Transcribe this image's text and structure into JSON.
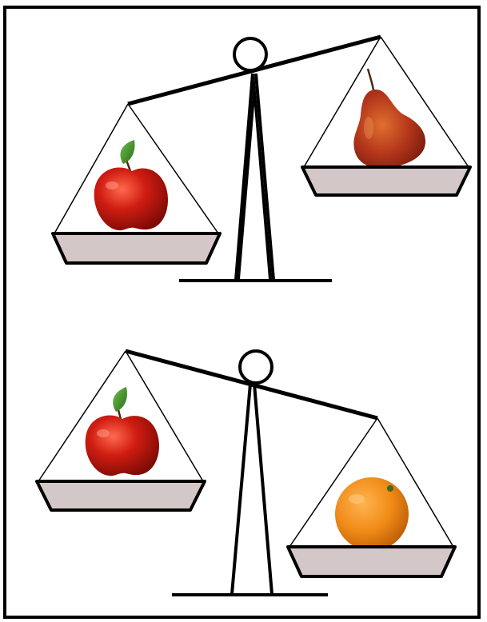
{
  "colors": {
    "line": "#000000",
    "pan_fill": "#d3c7c7",
    "apple_red": "#d01d12",
    "apple_dark": "#8f0f08",
    "leaf_green": "#3f8a2c",
    "pear_red": "#b4361b",
    "pear_dark": "#7a1e0c",
    "orange": "#f08a16",
    "orange_dark": "#c2620a"
  },
  "diagram": {
    "scales": [
      {
        "name": "top-scale",
        "heavier_side": "left",
        "left_item": {
          "fruit": "apple",
          "icon": "apple-icon"
        },
        "right_item": {
          "fruit": "pear",
          "icon": "pear-icon"
        }
      },
      {
        "name": "bottom-scale",
        "heavier_side": "right",
        "left_item": {
          "fruit": "apple",
          "icon": "apple-icon"
        },
        "right_item": {
          "fruit": "orange",
          "icon": "orange-icon"
        }
      }
    ]
  }
}
